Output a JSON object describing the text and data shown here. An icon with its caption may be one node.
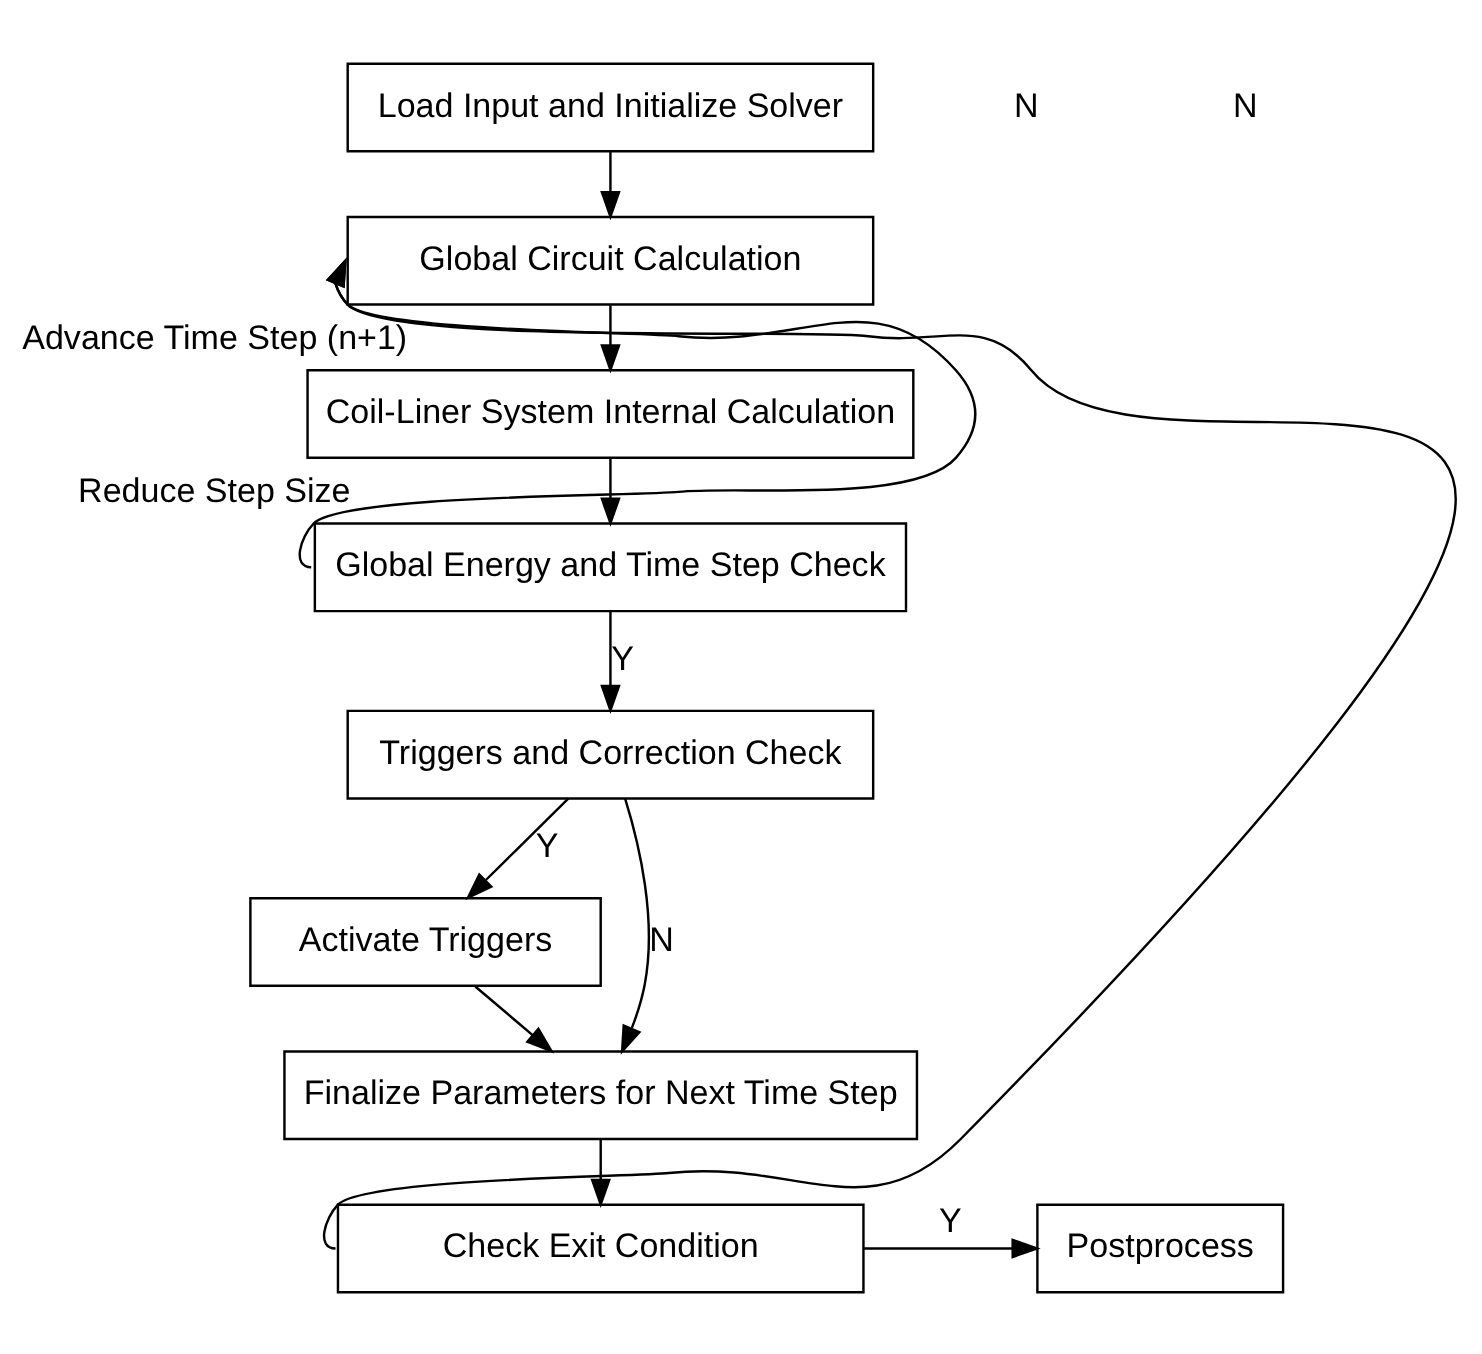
{
  "diagram": {
    "nodes": [
      {
        "text": [
          "Load Input and Initialize Solver"
        ]
      },
      {
        "text": [
          "Global Circuit Calculation"
        ]
      },
      {
        "text": [
          "Coil-Liner System Internal Calculation"
        ]
      },
      {
        "text": [
          "Global Energy and Time Step Check"
        ]
      },
      {
        "text": [
          "Triggers and Correction Check"
        ]
      },
      {
        "text": [
          "Activate Triggers"
        ]
      },
      {
        "text": [
          "Finalize Parameters for Next Time Step"
        ]
      },
      {
        "text": [
          "Check Exit Condition"
        ]
      },
      {
        "text": [
          "Postprocess"
        ]
      }
    ],
    "edges": [
      {
        "from": 0,
        "to": 1,
        "arrow": "to"
      },
      {
        "from": 1,
        "to": 2,
        "arrow": "to"
      },
      {
        "from": 2,
        "to": 3,
        "arrow": "to"
      },
      {
        "from": 3,
        "to": 4,
        "arrow": "to",
        "label": "Y"
      },
      {
        "from": 4,
        "to": 5,
        "arrow": "to",
        "label": "Y"
      },
      {
        "from": 4,
        "to": 6,
        "arrow": "to",
        "label": "N"
      },
      {
        "from": 5,
        "to": 6,
        "arrow": "to"
      },
      {
        "from": 6,
        "to": 7,
        "arrow": "to"
      },
      {
        "from": 7,
        "to": 8,
        "arrow": "to",
        "label": "Y"
      },
      {
        "from": 3,
        "to": 1,
        "arrow": "to",
        "label": "Reduce Step Size"
      },
      {
        "from": 7,
        "to": 1,
        "arrow": "to",
        "label": "Advance Time Step (n+1)"
      }
    ],
    "labels": [
      "N",
      "N"
    ]
  }
}
